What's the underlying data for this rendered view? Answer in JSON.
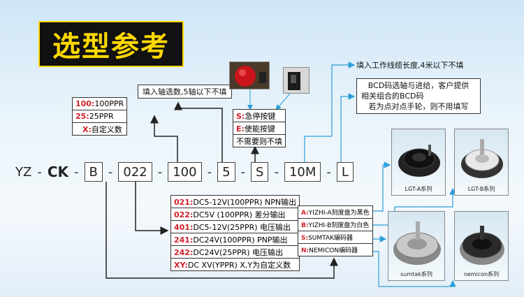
{
  "title": "选型参考",
  "code": {
    "prefix1": "YZ",
    "prefix2": "CK",
    "segments": [
      "B",
      "022",
      "100",
      "5",
      "S",
      "10M",
      "L"
    ]
  },
  "notes": {
    "axes": "填入轴选数,5轴以下不填",
    "cable": "填入工作线缆长度,4米以下不填",
    "bcd_line1": "BCD码选轴与进给，客户提供",
    "bcd_line2": "相关组合的BCD码",
    "bcd_line3": "若为点对点手轮，则不用填写"
  },
  "ppr_options": [
    {
      "code": "100:",
      "label": "100PPR"
    },
    {
      "code": "25:",
      "label": "25PPR"
    },
    {
      "code": "X:",
      "label": "自定义数"
    }
  ],
  "switch_options": [
    {
      "code": "S:",
      "label": "急停按键"
    },
    {
      "code": "E:",
      "label": "使能按键"
    },
    {
      "code": "",
      "label": "不需要则不填"
    }
  ],
  "voltage_options": [
    {
      "code": "021:",
      "spec": "DC5-12V(100PPR)",
      "out": "NPN输出"
    },
    {
      "code": "022:",
      "spec": "DC5V  (100PPR)",
      "out": "差分输出"
    },
    {
      "code": "401:",
      "spec": "DC5-12V(25PPR)",
      "out": "电压输出"
    },
    {
      "code": "241:",
      "spec": "DC24V(100PPR)",
      "out": "PNP输出"
    },
    {
      "code": "242:",
      "spec": "DC24V(25PPR)",
      "out": "电压输出"
    },
    {
      "code": "XY:",
      "spec": "DC  XV(YPPR)",
      "out": "X,Y为自定义数"
    }
  ],
  "series_options": [
    {
      "code": "A:",
      "label": "YIZHI-A刻度盘为黑色"
    },
    {
      "code": "B:",
      "label": "YIZHI-B刻度盘为白色"
    },
    {
      "code": "S:",
      "label": "SUMTAK编码器"
    },
    {
      "code": "N:",
      "label": "NEMICON编码器"
    }
  ],
  "products": [
    {
      "caption": "LGT-A系列"
    },
    {
      "caption": "LGT-B系列"
    },
    {
      "caption": "sumtak系列"
    },
    {
      "caption": "nemicon系列"
    }
  ],
  "colors": {
    "title_bg": "#111111",
    "title_text": "#ffd800",
    "arrow_dark": "#222222",
    "arrow_blue": "#2a9fd8",
    "code_red": "#d0202a"
  }
}
